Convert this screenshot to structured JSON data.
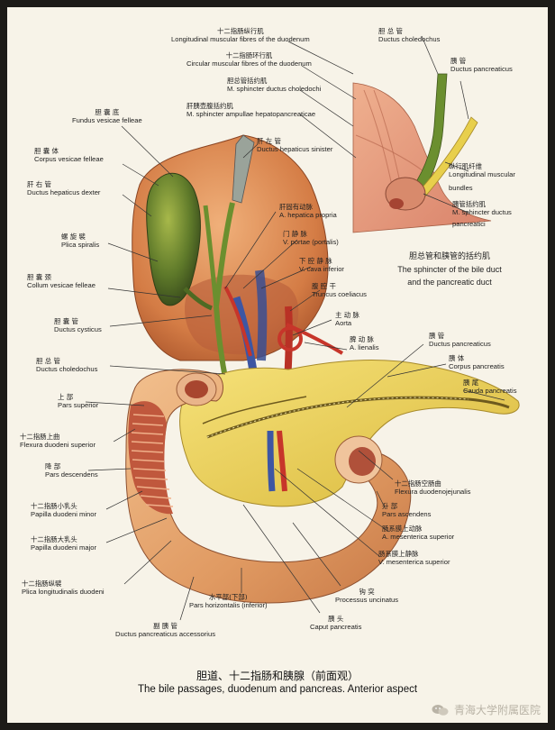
{
  "labels": {
    "long_muscle": {
      "zh": "十二指肠纵行肌",
      "la": "Longitudinal muscular fibres of the duodenum"
    },
    "circ_muscle": {
      "zh": "十二指肠环行肌",
      "la": "Circular muscular fibres of the duodenum"
    },
    "sph_choledochi": {
      "zh": "胆总管括约肌",
      "la": "M. sphincter ductus choledochi"
    },
    "sph_ampullae": {
      "zh": "肝胰壶腹括约肌",
      "la": "M. sphincter ampullae hepatopancreaticae"
    },
    "fundus": {
      "zh": "胆 囊 底",
      "la": "Fundus vesicae felleae"
    },
    "corpus_vesicae": {
      "zh": "胆 囊 体",
      "la": "Corpus vesicae felleae"
    },
    "hep_sinister": {
      "zh": "肝 左 管",
      "la": "Ductus hepaticus sinister"
    },
    "hep_dexter": {
      "zh": "肝 右 管",
      "la": "Ductus hepaticus dexter"
    },
    "hep_propria": {
      "zh": "肝固有动脉",
      "la": "A. hepatica propria"
    },
    "plica_spiralis": {
      "zh": "螺 旋 襞",
      "la": "Plica spiralis"
    },
    "v_portae": {
      "zh": "门 静 脉",
      "la": "V. portae (portalis)"
    },
    "v_cava": {
      "zh": "下 腔 静 脉",
      "la": "V. cava inferior"
    },
    "collum": {
      "zh": "胆 囊 颈",
      "la": "Collum vesicae felleae"
    },
    "truncus": {
      "zh": "腹 腔 干",
      "la": "Truncus coeliacus"
    },
    "aorta": {
      "zh": "主 动 脉",
      "la": "Aorta"
    },
    "cysticus": {
      "zh": "胆 囊 管",
      "la": "Ductus cysticus"
    },
    "lienalis": {
      "zh": "脾 动 脉",
      "la": "A. lienalis"
    },
    "pancreaticus_main": {
      "zh": "胰 管",
      "la": "Ductus pancreaticus"
    },
    "choledochus": {
      "zh": "胆 总 管",
      "la": "Ductus choledochus"
    },
    "corpus_pancreatis": {
      "zh": "胰 体",
      "la": "Corpus pancreatis"
    },
    "pars_superior": {
      "zh": "上 部",
      "la": "Pars superior"
    },
    "cauda": {
      "zh": "胰 尾",
      "la": "Cauda pancreatis"
    },
    "flexura_sup": {
      "zh": "十二指肠上曲",
      "la": "Flexura duodeni superior"
    },
    "pars_descendens": {
      "zh": "降 部",
      "la": "Pars descendens"
    },
    "flexura_dj": {
      "zh": "十二指肠空肠曲",
      "la": "Flexura duodenojejunalis"
    },
    "pars_ascendens": {
      "zh": "升 部",
      "la": "Pars ascendens"
    },
    "papilla_minor": {
      "zh": "十二指肠小乳头",
      "la": "Papilla duodeni minor"
    },
    "mes_a": {
      "zh": "肠系膜上动脉",
      "la": "A. mesenterica superior"
    },
    "papilla_major": {
      "zh": "十二指肠大乳头",
      "la": "Papilla duodeni major"
    },
    "mes_v": {
      "zh": "肠系膜上静脉",
      "la": "V. mesenterica superior"
    },
    "plica_long": {
      "zh": "十二指肠纵襞",
      "la": "Plica longitudinalis duodeni"
    },
    "pars_horiz": {
      "zh": "水平部(下部)",
      "la": "Pars horizontalis (inferior)"
    },
    "uncinatus": {
      "zh": "钩 突",
      "la": "Processus uncinatus"
    },
    "caput": {
      "zh": "胰 头",
      "la": "Caput pancreatis"
    },
    "accessorius": {
      "zh": "副 胰 管",
      "la": "Ductus pancreaticus accessorius"
    }
  },
  "inset": {
    "choledochus": {
      "zh": "胆 总 管",
      "la": "Ductus choledochus"
    },
    "pancreaticus": {
      "zh": "胰 管",
      "la": "Ductus pancreaticus"
    },
    "long_fibres": {
      "zh": "纵行肌纤维",
      "la": "Longitudinal muscular",
      "la2": "bundles"
    },
    "sph_panc": {
      "zh": "胰管括约肌",
      "la": "M. sphincter ductus",
      "la2": "pancreatici"
    },
    "title_zh": "胆总管和胰管的括约肌",
    "title_en1": "The sphincter of the bile duct",
    "title_en2": "and the pancreatic duct"
  },
  "caption": {
    "zh": "胆道、十二指肠和胰腺（前面观）",
    "en": "The bile passages, duodenum and pancreas. Anterior aspect"
  },
  "watermark": "青海大学附属医院",
  "colors": {
    "liver": "#d8824a",
    "gallbladder": "#5f7a2a",
    "duodenum": "#e2a06a",
    "pancreas": "#e9cf55",
    "artery": "#c7352a",
    "vein": "#3d56a3",
    "duct": "#6b8f2f"
  }
}
